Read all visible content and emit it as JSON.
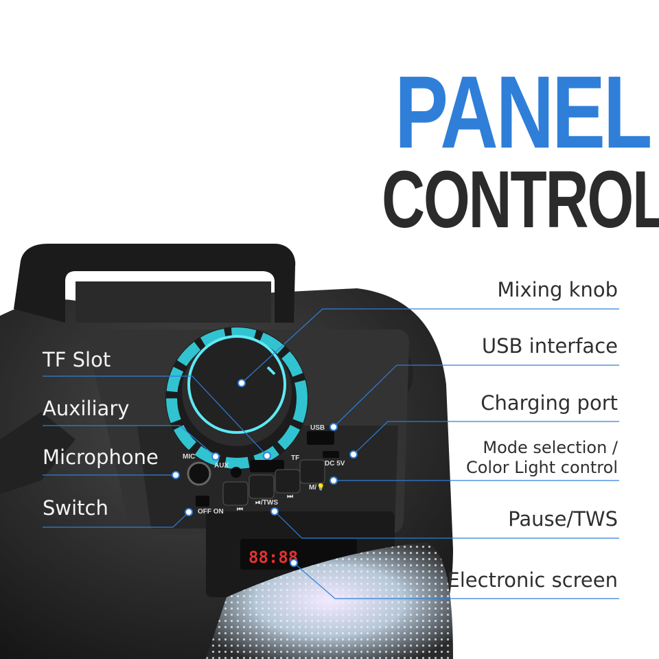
{
  "title": {
    "line1": "PANEL",
    "line2": "CONTROL"
  },
  "colors": {
    "accent": "#2f7fd9",
    "text": "#2f2f2f",
    "leader": "#2f7fd9",
    "ring_glow": "#35d6e6"
  },
  "labels_left": {
    "tf_slot": "TF Slot",
    "auxiliary": "Auxiliary",
    "microphone": "Microphone",
    "switch": "Switch"
  },
  "labels_right": {
    "mixing_knob": "Mixing knob",
    "usb_interface": "USB interface",
    "charging_port": "Charging port",
    "mode_line1": "Mode selection /",
    "mode_line2": "Color Light control",
    "pause_tws": "Pause/TWS",
    "electronic_screen": "Electronic screen"
  },
  "panel_text": {
    "mic": "MIC",
    "aux": "AUX",
    "tf": "TF",
    "usb": "USB",
    "dc": "DC 5V",
    "off_on": "OFF ON",
    "prev": "⏮",
    "play_tws": "⏯/TWS",
    "next": "⏭",
    "mode": "M/💡",
    "display": "88:88"
  }
}
